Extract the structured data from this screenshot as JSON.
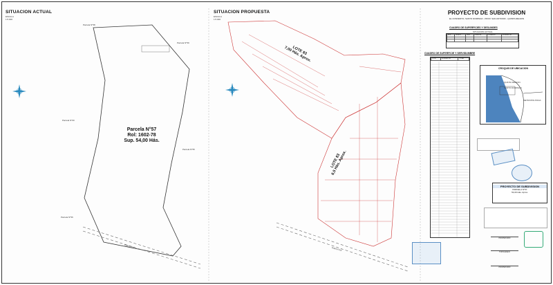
{
  "left_panel": {
    "title": "SITUACION ACTUAL",
    "scale_label": "ESCALA",
    "scale": "1:5.000"
  },
  "mid_panel": {
    "title": "SITUACION PROPUESTA",
    "scale_label": "ESCALA",
    "scale": "1:5.000"
  },
  "parcel": {
    "line1": "Parcela N°57",
    "line2": "Rol: 1602-78",
    "line3": "Sup. 54,00 Hás."
  },
  "lote_top": {
    "line1": "LOTE 83",
    "line2": "7,00 Hás. Aprox."
  },
  "lote_bottom": {
    "line1": "LOTE 83",
    "line2": "6,5 Hás. Aprox."
  },
  "road_label": "Estero Pelí",
  "neighbor_labels": [
    "Parcela N°58",
    "Parcela N°59",
    "Parcela N°60",
    "Parcela N°55",
    "Parcela N°56"
  ],
  "project": {
    "title": "PROYECTO DE SUBDIVISION",
    "subtitle": "EL CONVENTO, SANTO DOMINGO - PROV. SAN ANTONIO - QUINTA REGION"
  },
  "sections": {
    "deslindes": "CUADRO DE SUPERFICIES Y DESLINDES",
    "situacion_actual": "SITUACION ACTUAL",
    "servidumbre": "CUADRO DE SUPERFICIE Y SERVIDUMBRE",
    "ubicacion": "CROQUIS DE UBICACION"
  },
  "deslindes_headers": [
    "ROL",
    "NORTE",
    "SUR",
    "ORIENTE",
    "PONIENTE",
    "SUPERFICIE"
  ],
  "servidumbre_headers": [
    "LOTE",
    "SUPERFICIE",
    "TOTAL"
  ],
  "map_labels": [
    "QUINTA REGION",
    "SANTO DOMINGO",
    "METROPOLITANA"
  ],
  "lower_box": {
    "title": "PROYECTO DE SUBDIVISION",
    "subtitle": "PARCELA N°57",
    "total": "54,00 Hás. Aprox."
  },
  "signatures": [
    "PROPIETARIO",
    "TOPOGRAFO",
    "PROPIETARIO"
  ]
}
